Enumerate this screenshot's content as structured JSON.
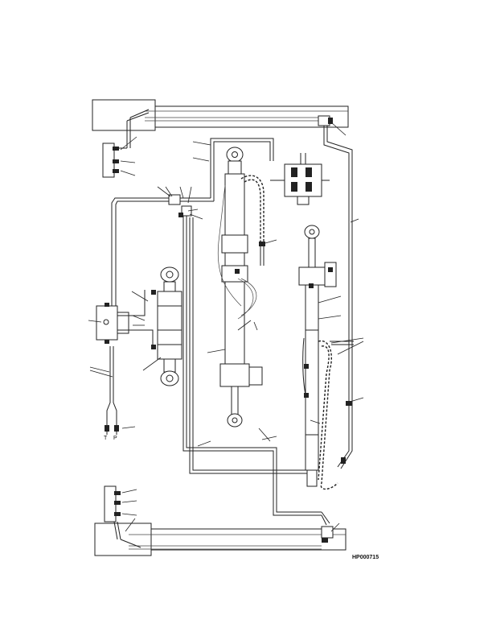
{
  "drawing": {
    "drawing_id": "HP000715",
    "port_labels": {
      "t": "T",
      "p": "P"
    }
  }
}
